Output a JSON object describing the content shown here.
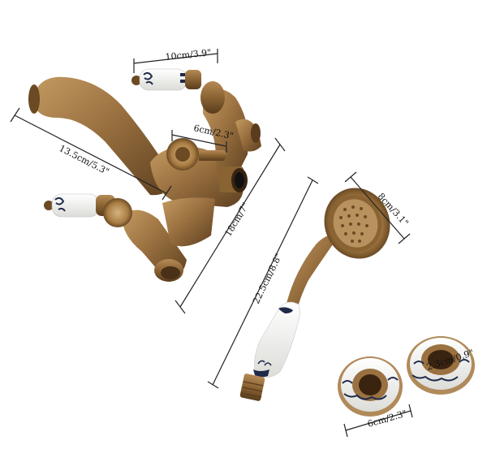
{
  "dimensions": {
    "handle_span": "10cm/3.9\"",
    "spout_length": "13.5cm/5.3\"",
    "center_nozzle": "6cm/2.3\"",
    "body_height": "18cm/7\"",
    "shower_length": "22.5cm/8.8\"",
    "shower_head": "8cm/3.1\"",
    "flange_diameter": "6cm/2.3\"",
    "flange_inner": "2.3cm/0.9\""
  },
  "colors": {
    "bronze_dark": "#6b4a24",
    "bronze_mid": "#9a7140",
    "bronze_light": "#c49a62",
    "porcelain": "#f3f3f1",
    "pattern_blue": "#1f2a4a"
  }
}
